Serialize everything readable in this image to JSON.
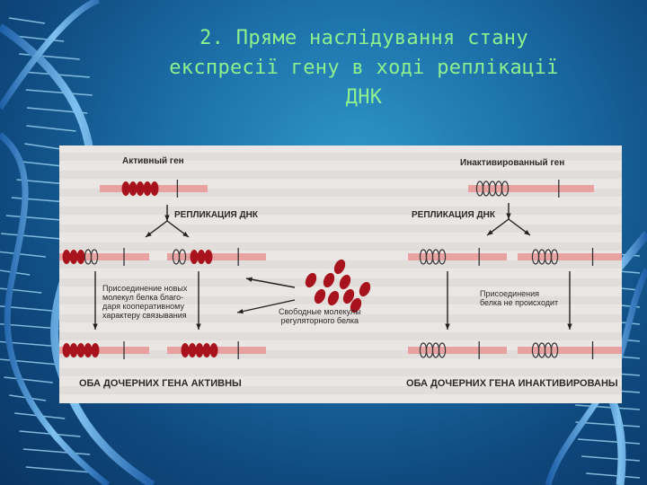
{
  "slide": {
    "title_lines": [
      "2. Пряме наслідування стану",
      "експресії гену в ході реплікації",
      "ДНК"
    ]
  },
  "diagram": {
    "left": {
      "gene_label": "Активный ген",
      "replication_label": "РЕПЛИКАЦИЯ ДНК",
      "binding_note": [
        "Присоединение новых",
        "молекул белка благо-",
        "даря кооперативному",
        "характеру связывания"
      ],
      "result_label": "ОБА ДОЧЕРНИХ ГЕНА АКТИВНЫ"
    },
    "center": {
      "free_molecules_label": [
        "Свободные молекулы",
        "регуляторного белка"
      ]
    },
    "right": {
      "gene_label": "Инактивированный ген",
      "replication_label": "РЕПЛИКАЦИЯ ДНК",
      "binding_note": [
        "Присоединения",
        "белка не происходит"
      ],
      "result_label": "ОБА ДОЧЕРНИХ ГЕНА ИНАКТИВИРОВАНЫ"
    },
    "colors": {
      "dna_strand": "#e89a9a",
      "protein": "#a8121c",
      "background": "#e9e6e4",
      "title": "#8ef08e"
    }
  }
}
